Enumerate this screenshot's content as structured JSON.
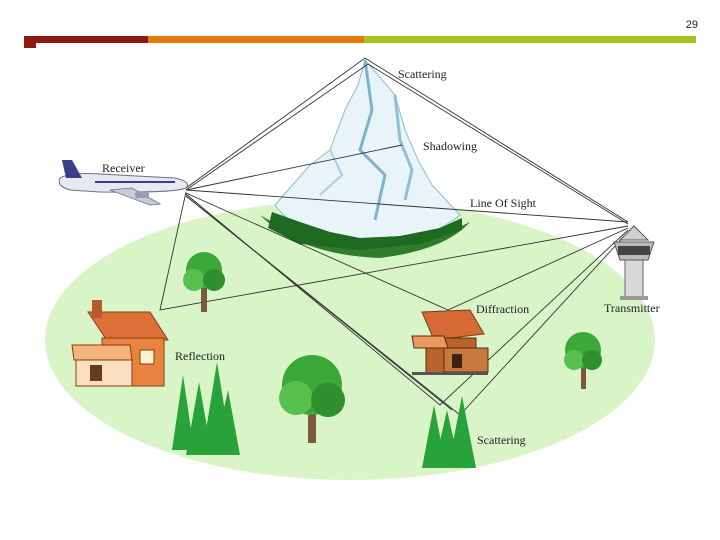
{
  "page_number": "29",
  "header_bar_colors": [
    "#8b1a10",
    "#e8780e",
    "#a6c21f"
  ],
  "labels": {
    "scattering_top": "Scattering",
    "shadowing": "Shadowing",
    "receiver": "Receiver",
    "line_of_sight": "Line Of Sight",
    "transmitter": "Transmitter",
    "diffraction": "Diffraction",
    "reflection": "Reflection",
    "scattering_bottom": "Scattering"
  },
  "icons": [
    "airplane-icon",
    "mountain-icon",
    "control-tower-icon",
    "house-icon",
    "tree-icon",
    "pine-tree-icon"
  ],
  "colors": {
    "ground": "#d9f5c8",
    "line": "#333333",
    "house_roof": "#e0703a",
    "tree": "#3da83a"
  }
}
